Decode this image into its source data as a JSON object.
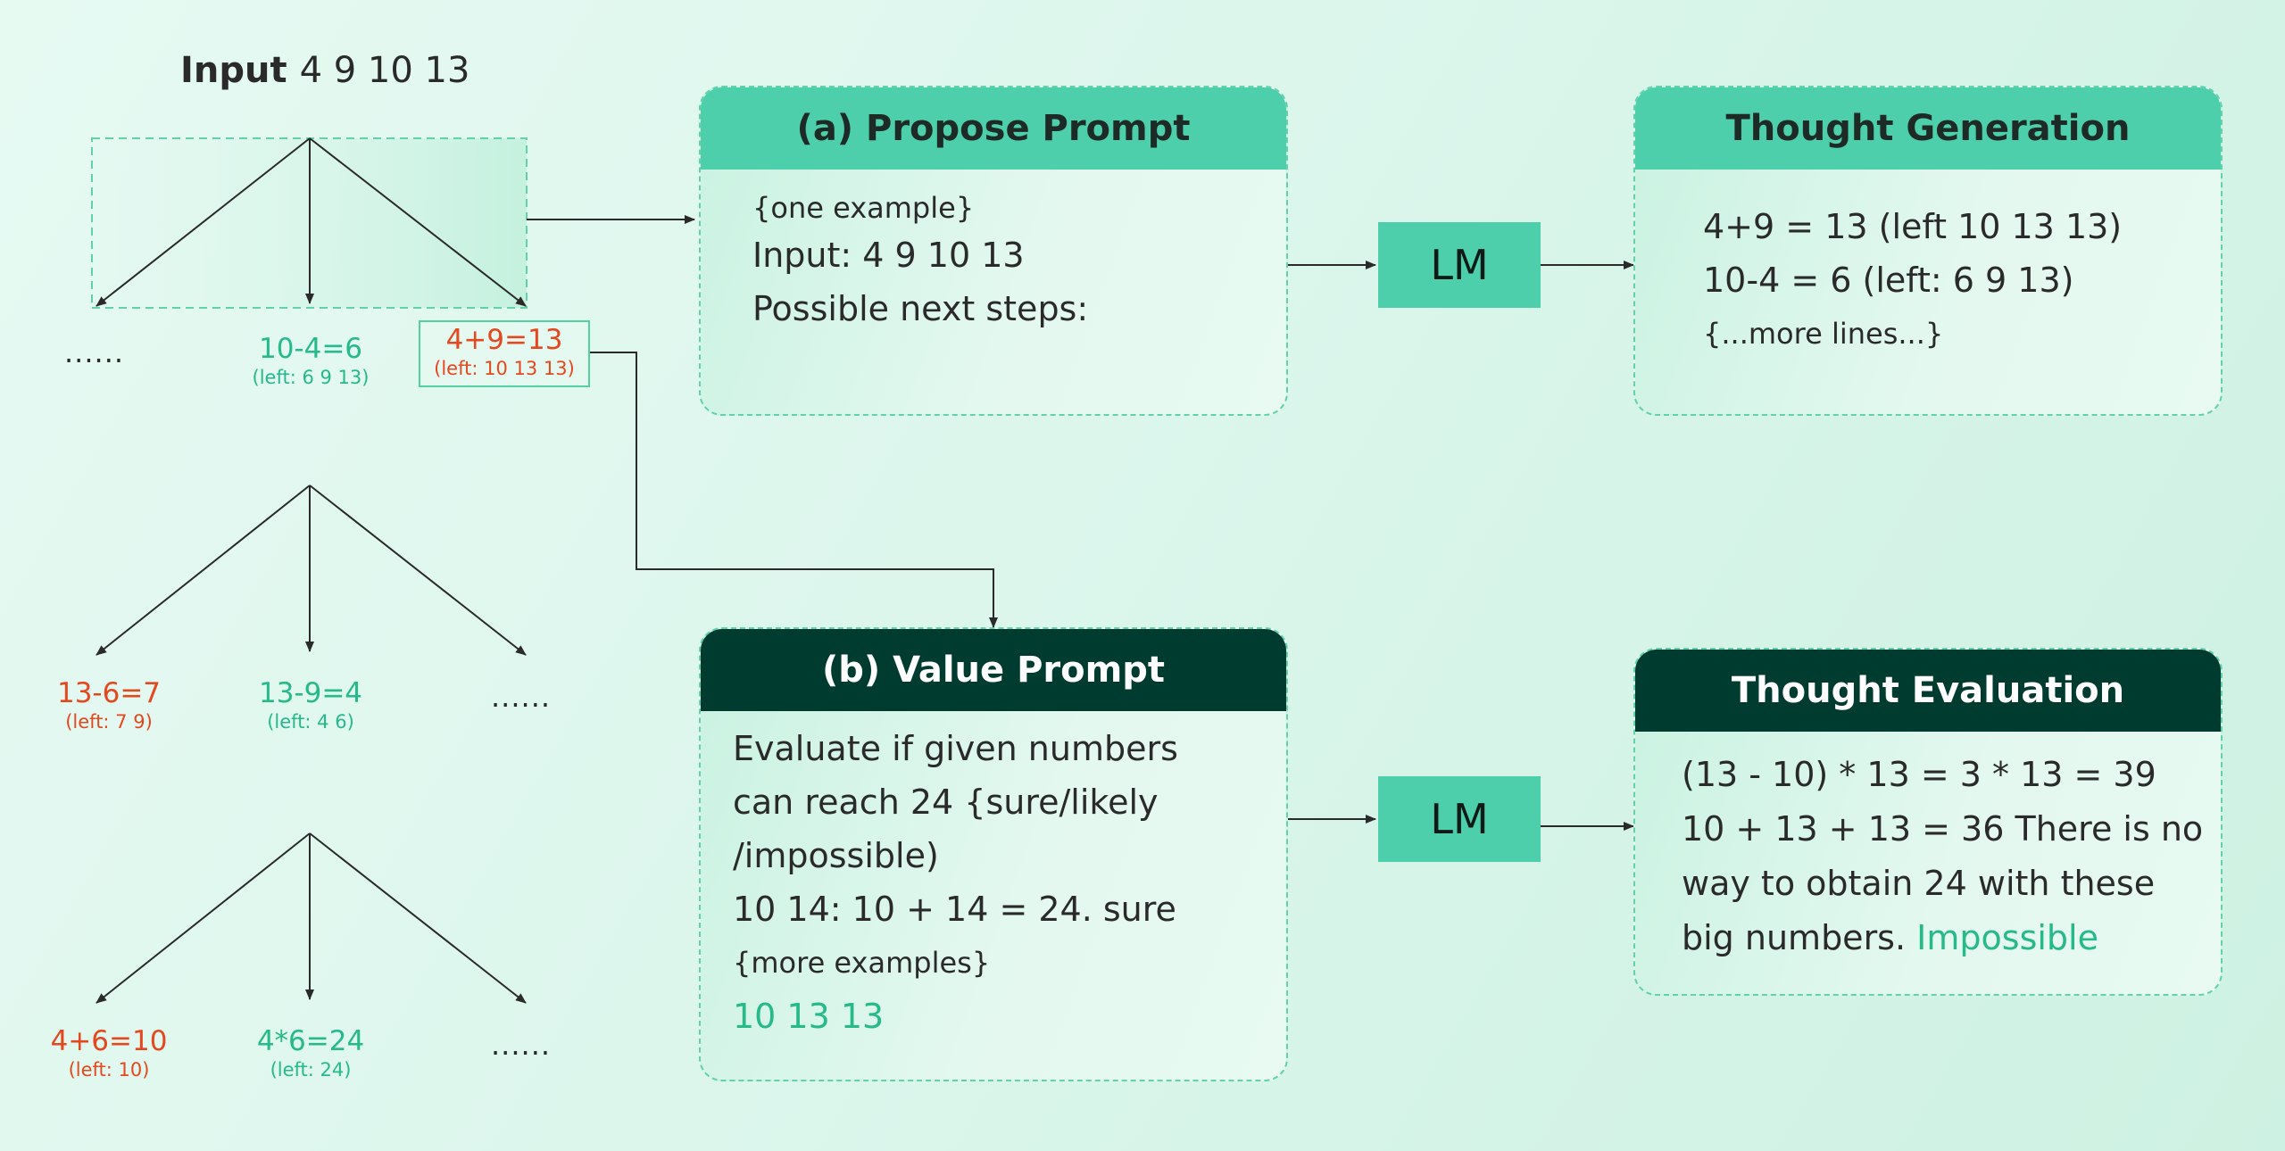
{
  "input": {
    "label": "Input",
    "numbers": "4 9 10 13"
  },
  "tree": {
    "level1": [
      {
        "type": "ellipsis",
        "text": "......"
      },
      {
        "type": "node",
        "eq": "10-4=6",
        "left": "(left: 6 9 13)",
        "color": "green"
      },
      {
        "type": "node",
        "eq": "4+9=13",
        "left": "(left: 10 13 13)",
        "color": "red",
        "selected": true
      }
    ],
    "level2": [
      {
        "type": "node",
        "eq": "13-6=7",
        "left": "(left: 7 9)",
        "color": "red"
      },
      {
        "type": "node",
        "eq": "13-9=4",
        "left": "(left: 4 6)",
        "color": "green"
      },
      {
        "type": "ellipsis",
        "text": "......"
      }
    ],
    "level3": [
      {
        "type": "node",
        "eq": "4+6=10",
        "left": "(left: 10)",
        "color": "red"
      },
      {
        "type": "node",
        "eq": "4*6=24",
        "left": "(left: 24)",
        "color": "green"
      },
      {
        "type": "ellipsis",
        "text": "......"
      }
    ]
  },
  "propose_prompt": {
    "title": "(a) Propose Prompt",
    "lines": [
      "{one example}",
      "Input: 4 9 10 13",
      "Possible next steps:"
    ]
  },
  "thought_generation": {
    "title": "Thought Generation",
    "lines": [
      "4+9 = 13 (left 10 13 13)",
      "10-4 = 6 (left: 6 9 13)",
      "{...more lines...}"
    ]
  },
  "value_prompt": {
    "title": "(b) Value Prompt",
    "lines": [
      "Evaluate if given numbers",
      "can reach 24 {sure/likely",
      "/impossible)",
      "10 14: 10 + 14 = 24. sure",
      "{more examples}"
    ],
    "highlight": "10 13 13"
  },
  "thought_evaluation": {
    "title": "Thought Evaluation",
    "lines": [
      "(13 - 10) * 13 = 3 * 13 = 39",
      "10 + 13 + 13 = 36 There is no",
      "way to obtain 24 with these",
      "big numbers."
    ],
    "verdict": "Impossible"
  },
  "lm_top": {
    "label": "LM"
  },
  "lm_bottom": {
    "label": "LM"
  },
  "colors": {
    "accent": "#4ccfaa",
    "dark": "#003b30",
    "green_text": "#26b98a",
    "red_text": "#e5481f"
  }
}
